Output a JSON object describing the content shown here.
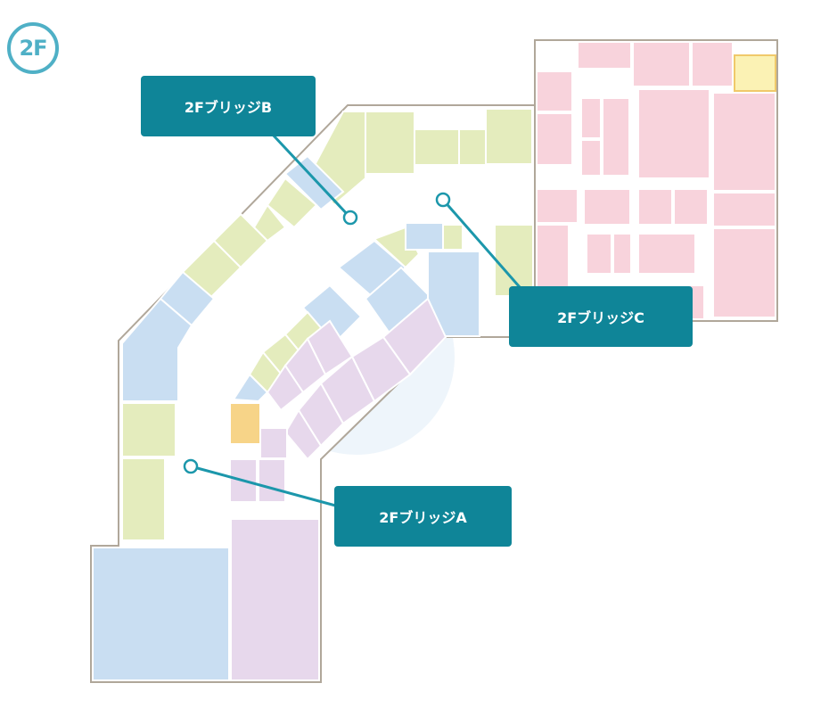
{
  "floor": {
    "label": "2F",
    "badge_color": "#4fb0c6"
  },
  "bridges": [
    {
      "id": "b",
      "label": "2FブリッジB"
    },
    {
      "id": "c",
      "label": "2FブリッジC"
    },
    {
      "id": "a",
      "label": "2FブリッジA"
    }
  ],
  "colors": {
    "callout": "#0f8598",
    "marker": "#1c97ab",
    "zone_blue": "#c9def2",
    "zone_green": "#e4ecbd",
    "zone_purple": "#e7d8ec",
    "zone_pink": "#f8d3dc",
    "zone_orange": "#f7d488",
    "zone_yellow": "#fbf2b4",
    "walkway": "#ffffff",
    "outline": "#b0a79a"
  }
}
